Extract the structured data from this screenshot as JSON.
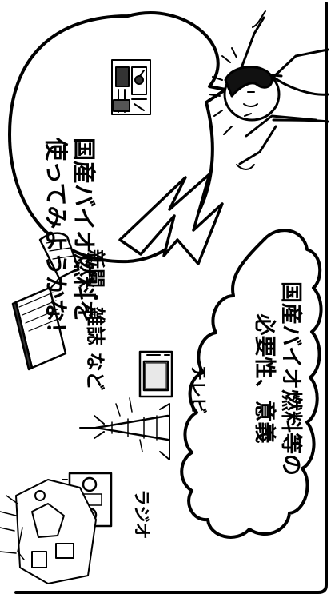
{
  "speech_bubble": {
    "line1": "国産バイオ燃料を",
    "line2": "使ってみようかな！"
  },
  "thought_cloud": {
    "line1": "国産バイオ燃料等の",
    "line2": "必要性、意義"
  },
  "media_labels": {
    "newspaper": "新聞・雑誌 など",
    "tv": "テレビ",
    "radio": "ラジオ"
  }
}
